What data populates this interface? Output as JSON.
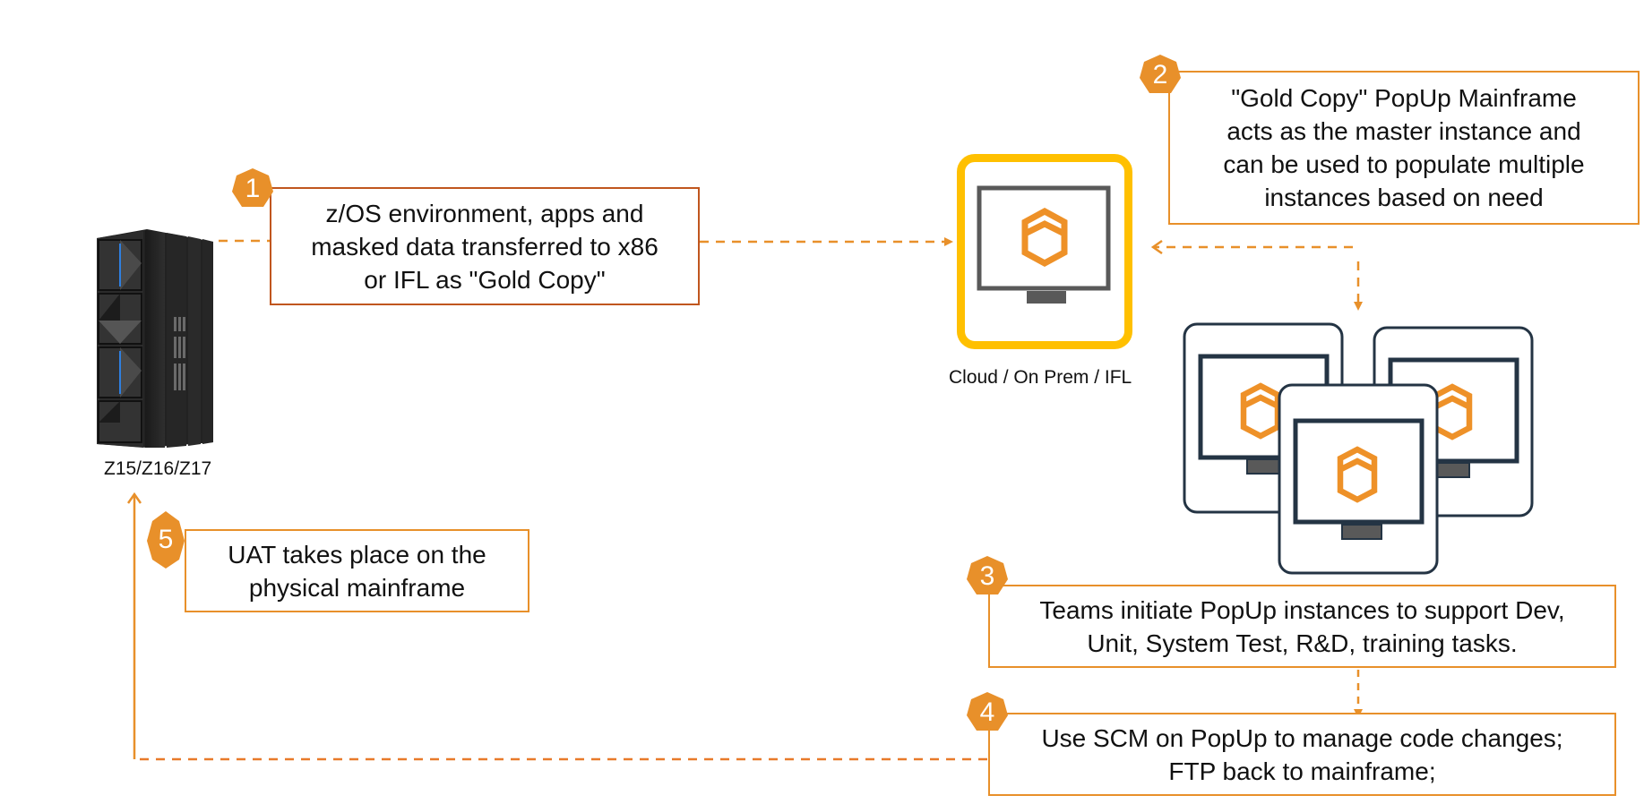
{
  "diagram": {
    "mainframe": {
      "label": "Z15/Z16/Z17",
      "icon": "ibm-z-mainframe-icon"
    },
    "gold_copy_host": {
      "label": "Cloud / On Prem / IFL",
      "icon": "popup-monitor-icon"
    },
    "instances": {
      "count": 3,
      "icon": "popup-monitor-icon"
    },
    "steps": [
      {
        "number": "1",
        "text": "z/OS environment, apps and\nmasked data transferred to x86\nor IFL as \"Gold Copy\""
      },
      {
        "number": "2",
        "text": "\"Gold Copy\" PopUp Mainframe\nacts as the master instance and\ncan be used to populate multiple\ninstances based on need"
      },
      {
        "number": "3",
        "text": "Teams initiate PopUp instances to support Dev,\nUnit, System Test, R&D, training tasks."
      },
      {
        "number": "4",
        "text": "Use SCM on PopUp to manage code changes;\nFTP back to mainframe;"
      },
      {
        "number": "5",
        "text": "UAT takes place on the\nphysical mainframe"
      }
    ],
    "colors": {
      "accent_orange": "#E8902A",
      "box1_border": "#C0561E",
      "gold_frame": "#FFC000",
      "monitor_gray": "#595959",
      "instance_navy": "#243444",
      "return_line": "#E87A2A"
    }
  }
}
